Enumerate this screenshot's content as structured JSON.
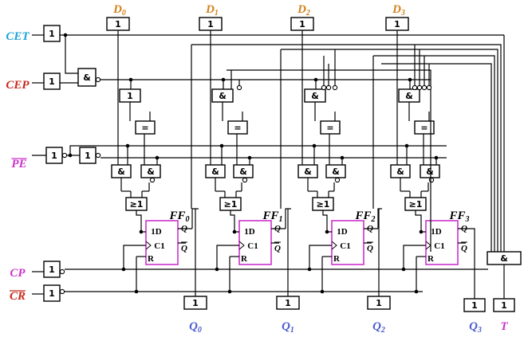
{
  "colors": {
    "data_input": "#d4821c",
    "cet": "#1aa3d6",
    "cep": "#c8281e",
    "pe": "#cc33cc",
    "cp": "#cc33cc",
    "cr": "#c8281e",
    "output": "#4a5bd0",
    "t_output": "#cc33cc",
    "ff_border": "#cc33cc",
    "wire": "#000000"
  },
  "inputs": {
    "data": [
      {
        "name": "D",
        "sub": "0"
      },
      {
        "name": "D",
        "sub": "1"
      },
      {
        "name": "D",
        "sub": "2"
      },
      {
        "name": "D",
        "sub": "3"
      }
    ],
    "cet": "CET",
    "cep": "CEP",
    "pe": "PE",
    "cp": "CP",
    "cr": "CR"
  },
  "outputs": [
    {
      "name": "Q",
      "sub": "0"
    },
    {
      "name": "Q",
      "sub": "1"
    },
    {
      "name": "Q",
      "sub": "2"
    },
    {
      "name": "Q",
      "sub": "3"
    }
  ],
  "t_output": "T",
  "gate_symbols": {
    "buffer": "1",
    "and": "&",
    "xnor": "=",
    "or": "≥1"
  },
  "flipflops": [
    {
      "name": "FF",
      "sub": "0"
    },
    {
      "name": "FF",
      "sub": "1"
    },
    {
      "name": "FF",
      "sub": "2"
    },
    {
      "name": "FF",
      "sub": "3"
    }
  ],
  "ff_pins": {
    "d": "1D",
    "clk": "C1",
    "reset": "R",
    "q": "Q",
    "qbar": "Q"
  }
}
